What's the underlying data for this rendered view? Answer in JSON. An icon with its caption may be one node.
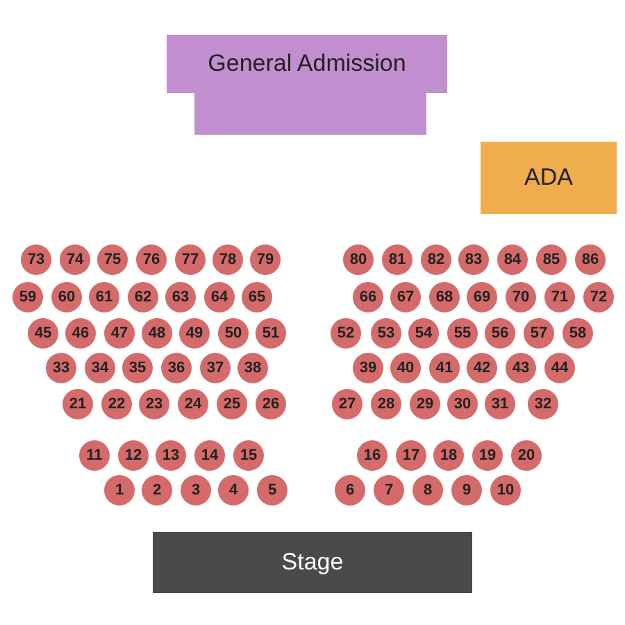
{
  "diagram": {
    "nodes": [
      {
        "text": [
          "General Admission"
        ]
      },
      {
        "text": [
          "ADA"
        ]
      },
      {
        "text": [
          "73"
        ]
      },
      {
        "text": [
          "74"
        ]
      },
      {
        "text": [
          "75"
        ]
      },
      {
        "text": [
          "76"
        ]
      },
      {
        "text": [
          "77"
        ]
      },
      {
        "text": [
          "78"
        ]
      },
      {
        "text": [
          "79"
        ]
      },
      {
        "text": [
          "80"
        ]
      },
      {
        "text": [
          "81"
        ]
      },
      {
        "text": [
          "82"
        ]
      },
      {
        "text": [
          "83"
        ]
      },
      {
        "text": [
          "84"
        ]
      },
      {
        "text": [
          "85"
        ]
      },
      {
        "text": [
          "86"
        ]
      },
      {
        "text": [
          "59"
        ]
      },
      {
        "text": [
          "60"
        ]
      },
      {
        "text": [
          "61"
        ]
      },
      {
        "text": [
          "62"
        ]
      },
      {
        "text": [
          "63"
        ]
      },
      {
        "text": [
          "64"
        ]
      },
      {
        "text": [
          "65"
        ]
      },
      {
        "text": [
          "66"
        ]
      },
      {
        "text": [
          "67"
        ]
      },
      {
        "text": [
          "68"
        ]
      },
      {
        "text": [
          "69"
        ]
      },
      {
        "text": [
          "70"
        ]
      },
      {
        "text": [
          "71"
        ]
      },
      {
        "text": [
          "72"
        ]
      },
      {
        "text": [
          "45"
        ]
      },
      {
        "text": [
          "46"
        ]
      },
      {
        "text": [
          "47"
        ]
      },
      {
        "text": [
          "48"
        ]
      },
      {
        "text": [
          "49"
        ]
      },
      {
        "text": [
          "50"
        ]
      },
      {
        "text": [
          "51"
        ]
      },
      {
        "text": [
          "52"
        ]
      },
      {
        "text": [
          "53"
        ]
      },
      {
        "text": [
          "54"
        ]
      },
      {
        "text": [
          "55"
        ]
      },
      {
        "text": [
          "56"
        ]
      },
      {
        "text": [
          "57"
        ]
      },
      {
        "text": [
          "58"
        ]
      },
      {
        "text": [
          "33"
        ]
      },
      {
        "text": [
          "34"
        ]
      },
      {
        "text": [
          "35"
        ]
      },
      {
        "text": [
          "36"
        ]
      },
      {
        "text": [
          "37"
        ]
      },
      {
        "text": [
          "38"
        ]
      },
      {
        "text": [
          "39"
        ]
      },
      {
        "text": [
          "40"
        ]
      },
      {
        "text": [
          "41"
        ]
      },
      {
        "text": [
          "42"
        ]
      },
      {
        "text": [
          "43"
        ]
      },
      {
        "text": [
          "44"
        ]
      },
      {
        "text": [
          "21"
        ]
      },
      {
        "text": [
          "22"
        ]
      },
      {
        "text": [
          "23"
        ]
      },
      {
        "text": [
          "24"
        ]
      },
      {
        "text": [
          "25"
        ]
      },
      {
        "text": [
          "26"
        ]
      },
      {
        "text": [
          "27"
        ]
      },
      {
        "text": [
          "28"
        ]
      },
      {
        "text": [
          "29"
        ]
      },
      {
        "text": [
          "30"
        ]
      },
      {
        "text": [
          "31"
        ]
      },
      {
        "text": [
          "32"
        ]
      },
      {
        "text": [
          "11"
        ]
      },
      {
        "text": [
          "12"
        ]
      },
      {
        "text": [
          "13"
        ]
      },
      {
        "text": [
          "14"
        ]
      },
      {
        "text": [
          "15"
        ]
      },
      {
        "text": [
          "16"
        ]
      },
      {
        "text": [
          "17"
        ]
      },
      {
        "text": [
          "18"
        ]
      },
      {
        "text": [
          "19"
        ]
      },
      {
        "text": [
          "20"
        ]
      },
      {
        "text": [
          "1"
        ]
      },
      {
        "text": [
          "2"
        ]
      },
      {
        "text": [
          "3"
        ]
      },
      {
        "text": [
          "4"
        ]
      },
      {
        "text": [
          "5"
        ]
      },
      {
        "text": [
          "6"
        ]
      },
      {
        "text": [
          "7"
        ]
      },
      {
        "text": [
          "8"
        ]
      },
      {
        "text": [
          "9"
        ]
      },
      {
        "text": [
          "10"
        ]
      },
      {
        "text": [
          "Stage"
        ]
      }
    ],
    "edges": []
  }
}
